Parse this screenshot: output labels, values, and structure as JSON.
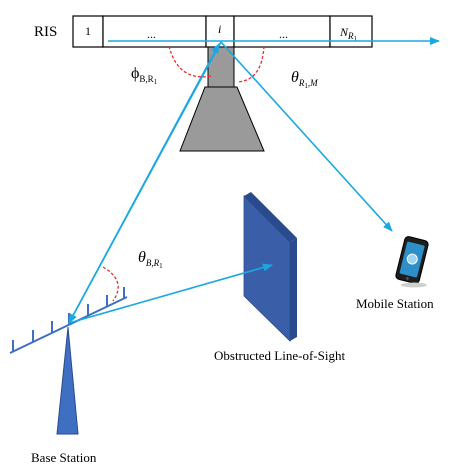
{
  "ris": {
    "label": "RIS",
    "cells": {
      "first": "1",
      "left_ellipsis": "...",
      "middle": "i",
      "right_ellipsis": "...",
      "last_main": "N",
      "last_sub": "R",
      "last_subsub": "1"
    }
  },
  "angles": {
    "phi": {
      "symbol": "ϕ",
      "sub": "B,R",
      "subsub": "1"
    },
    "theta_rm": {
      "symbol": "θ",
      "sub": "R",
      "subsub": "1",
      "tail": ",M"
    },
    "theta_br": {
      "symbol": "θ",
      "sub": "B,R",
      "subsub": "1"
    }
  },
  "labels": {
    "mobile_station": "Mobile Station",
    "obstructed_los": "Obstructed Line-of-Sight",
    "base_station": "Base Station"
  },
  "colors": {
    "ray": "#1ba8e0",
    "wall": "#3b5ea8",
    "wall_edge": "#2a4a8e",
    "feed": "#9a9a9a",
    "base_station": "#3f6fc0",
    "angle_arc": "#e0302a"
  }
}
